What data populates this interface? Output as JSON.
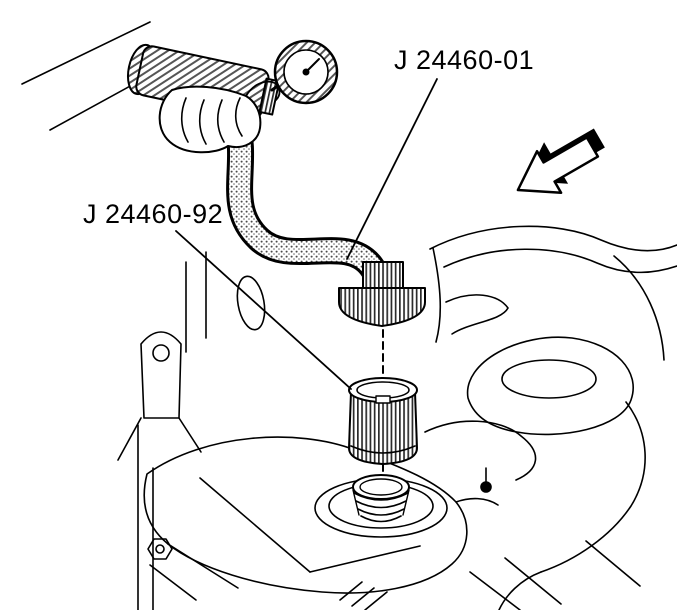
{
  "figure": {
    "type": "service-manual-illustration",
    "description": "Hand-operated cooling system pressure tester with gauge, hose adapter and cap adapter aligned over coolant reservoir filler neck",
    "labels": {
      "adapter_hose": "J 24460-01",
      "cap_adapter": "J 24460-92"
    },
    "icons": {
      "direction_arrow": "block-arrow-pointing-lower-left"
    },
    "colors": {
      "line": "#000000",
      "background": "#ffffff"
    }
  }
}
